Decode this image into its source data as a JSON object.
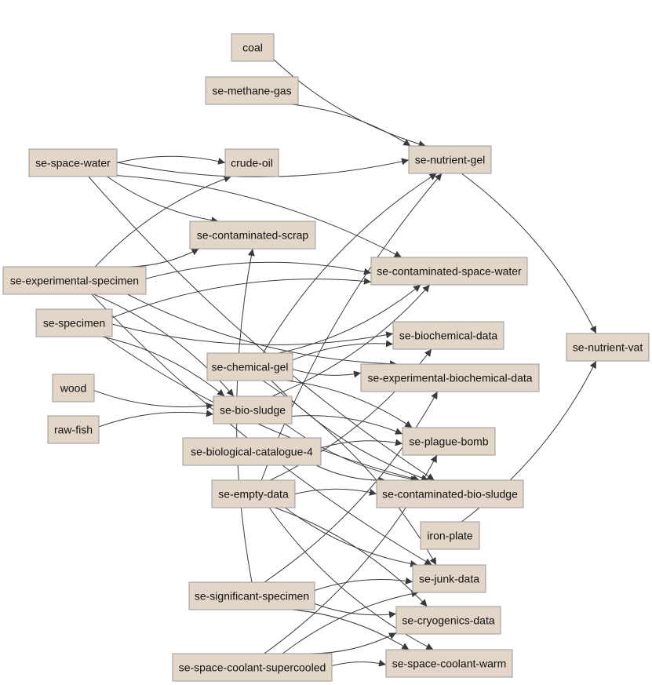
{
  "diagram": {
    "nodes": [
      {
        "id": "coal",
        "label": "coal"
      },
      {
        "id": "methane",
        "label": "se-methane-gas"
      },
      {
        "id": "spacewater",
        "label": "se-space-water"
      },
      {
        "id": "crudeoil",
        "label": "crude-oil"
      },
      {
        "id": "nutrientgel",
        "label": "se-nutrient-gel"
      },
      {
        "id": "contamscrap",
        "label": "se-contaminated-scrap"
      },
      {
        "id": "expspecimen",
        "label": "se-experimental-specimen"
      },
      {
        "id": "contamwater",
        "label": "se-contaminated-space-water"
      },
      {
        "id": "specimen",
        "label": "se-specimen"
      },
      {
        "id": "biochem",
        "label": "se-biochemical-data"
      },
      {
        "id": "nutrientvat",
        "label": "se-nutrient-vat"
      },
      {
        "id": "chemgel",
        "label": "se-chemical-gel"
      },
      {
        "id": "expbiochem",
        "label": "se-experimental-biochemical-data"
      },
      {
        "id": "wood",
        "label": "wood"
      },
      {
        "id": "biosludge",
        "label": "se-bio-sludge"
      },
      {
        "id": "rawfish",
        "label": "raw-fish"
      },
      {
        "id": "plaguebomb",
        "label": "se-plague-bomb"
      },
      {
        "id": "biocat",
        "label": "se-biological-catalogue-4"
      },
      {
        "id": "emptydata",
        "label": "se-empty-data"
      },
      {
        "id": "contambio",
        "label": "se-contaminated-bio-sludge"
      },
      {
        "id": "ironplate",
        "label": "iron-plate"
      },
      {
        "id": "junkdata",
        "label": "se-junk-data"
      },
      {
        "id": "sigspecimen",
        "label": "se-significant-specimen"
      },
      {
        "id": "cryodata",
        "label": "se-cryogenics-data"
      },
      {
        "id": "coolsuper",
        "label": "se-space-coolant-supercooled"
      },
      {
        "id": "coolwarm",
        "label": "se-space-coolant-warm"
      }
    ],
    "edges": [
      {
        "from": "coal",
        "to": "nutrientgel"
      },
      {
        "from": "methane",
        "to": "nutrientgel"
      },
      {
        "from": "spacewater",
        "to": "nutrientgel"
      },
      {
        "from": "spacewater",
        "to": "crudeoil"
      },
      {
        "from": "spacewater",
        "to": "contamscrap"
      },
      {
        "from": "spacewater",
        "to": "contamwater"
      },
      {
        "from": "spacewater",
        "to": "contambio"
      },
      {
        "from": "expspecimen",
        "to": "crudeoil"
      },
      {
        "from": "expspecimen",
        "to": "contamscrap"
      },
      {
        "from": "expspecimen",
        "to": "contamwater"
      },
      {
        "from": "expspecimen",
        "to": "expbiochem"
      },
      {
        "from": "expspecimen",
        "to": "biosludge"
      },
      {
        "from": "expspecimen",
        "to": "junkdata"
      },
      {
        "from": "specimen",
        "to": "contamwater"
      },
      {
        "from": "specimen",
        "to": "biochem"
      },
      {
        "from": "specimen",
        "to": "biosludge"
      },
      {
        "from": "specimen",
        "to": "contambio"
      },
      {
        "from": "nutrientgel",
        "to": "nutrientvat"
      },
      {
        "from": "ironplate",
        "to": "nutrientvat"
      },
      {
        "from": "chemgel",
        "to": "nutrientgel"
      },
      {
        "from": "chemgel",
        "to": "contamwater"
      },
      {
        "from": "chemgel",
        "to": "biochem"
      },
      {
        "from": "chemgel",
        "to": "expbiochem"
      },
      {
        "from": "chemgel",
        "to": "plaguebomb"
      },
      {
        "from": "chemgel",
        "to": "contambio"
      },
      {
        "from": "chemgel",
        "to": "junkdata"
      },
      {
        "from": "wood",
        "to": "biosludge"
      },
      {
        "from": "rawfish",
        "to": "biosludge"
      },
      {
        "from": "biosludge",
        "to": "contamwater"
      },
      {
        "from": "biosludge",
        "to": "plaguebomb"
      },
      {
        "from": "biosludge",
        "to": "contambio"
      },
      {
        "from": "biocat",
        "to": "plaguebomb"
      },
      {
        "from": "biocat",
        "to": "contambio"
      },
      {
        "from": "emptydata",
        "to": "nutrientgel"
      },
      {
        "from": "emptydata",
        "to": "biochem"
      },
      {
        "from": "emptydata",
        "to": "contambio"
      },
      {
        "from": "emptydata",
        "to": "junkdata"
      },
      {
        "from": "emptydata",
        "to": "cryodata"
      },
      {
        "from": "emptydata",
        "to": "coolwarm"
      },
      {
        "from": "sigspecimen",
        "to": "contamscrap"
      },
      {
        "from": "sigspecimen",
        "to": "expbiochem"
      },
      {
        "from": "sigspecimen",
        "to": "junkdata"
      },
      {
        "from": "sigspecimen",
        "to": "cryodata"
      },
      {
        "from": "sigspecimen",
        "to": "coolwarm"
      },
      {
        "from": "coolsuper",
        "to": "plaguebomb"
      },
      {
        "from": "coolsuper",
        "to": "junkdata"
      },
      {
        "from": "coolsuper",
        "to": "cryodata"
      },
      {
        "from": "coolsuper",
        "to": "coolwarm"
      }
    ]
  }
}
